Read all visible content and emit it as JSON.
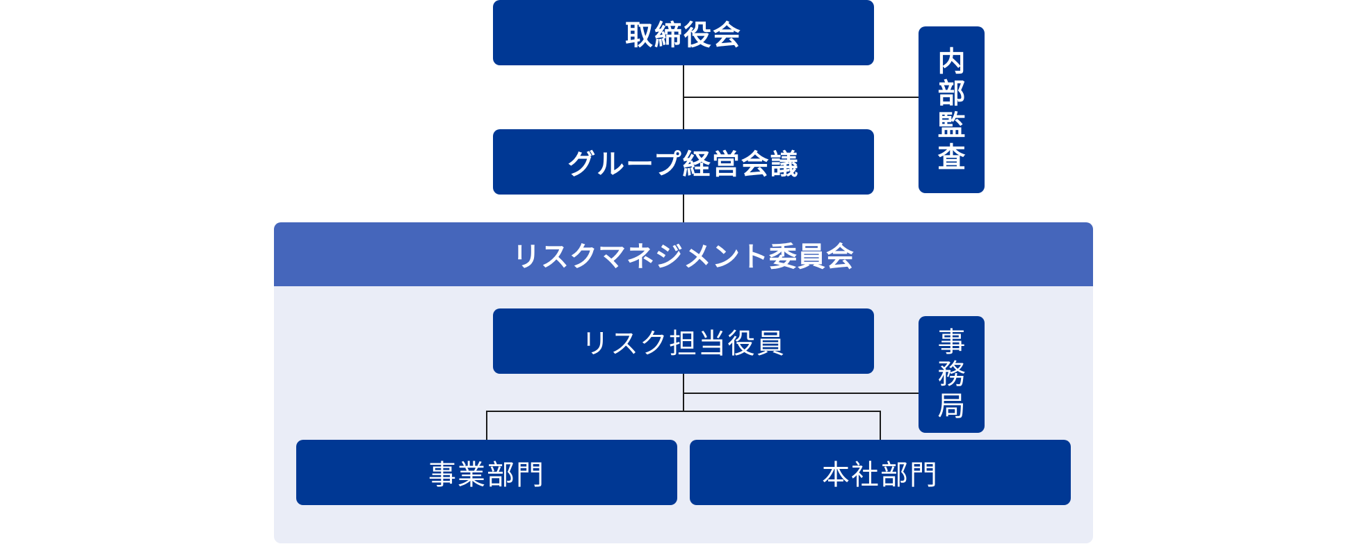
{
  "board": "取締役会",
  "group_meeting": "グループ経営会議",
  "internal_audit": [
    "内",
    "部",
    "監",
    "査"
  ],
  "committee": "リスクマネジメント委員会",
  "risk_officer": "リスク担当役員",
  "secretariat": [
    "事",
    "務",
    "局"
  ],
  "business_division": "事業部門",
  "headquarters_division": "本社部門",
  "colors": {
    "box": "#003894",
    "committee_header": "#4566bb",
    "committee_panel": "#eaedf7",
    "connector": "#1a1a1a"
  }
}
